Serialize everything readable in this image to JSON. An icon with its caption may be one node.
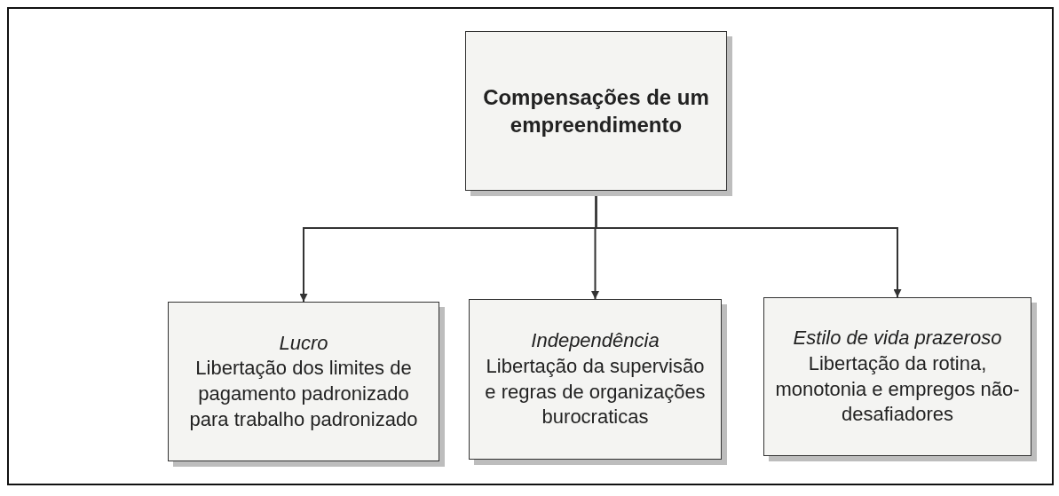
{
  "diagram": {
    "nodes": [
      {
        "text": [
          "Compensações de um empreendimento"
        ]
      },
      {
        "text": [
          "Lucro",
          "Libertação dos limites de pagamento padronizado para trabalho padronizado"
        ]
      },
      {
        "text": [
          "Independência",
          "Libertação da supervisão e regras de organizações burocraticas"
        ]
      },
      {
        "text": [
          "Estilo de vida prazeroso",
          "Libertação da rotina, monotonia e empregos não-desafiadores"
        ]
      }
    ],
    "edges": [
      {
        "from": 0,
        "to": 1,
        "arrow": "to"
      },
      {
        "from": 0,
        "to": 2,
        "arrow": "to"
      },
      {
        "from": 0,
        "to": 3,
        "arrow": "to"
      }
    ]
  }
}
